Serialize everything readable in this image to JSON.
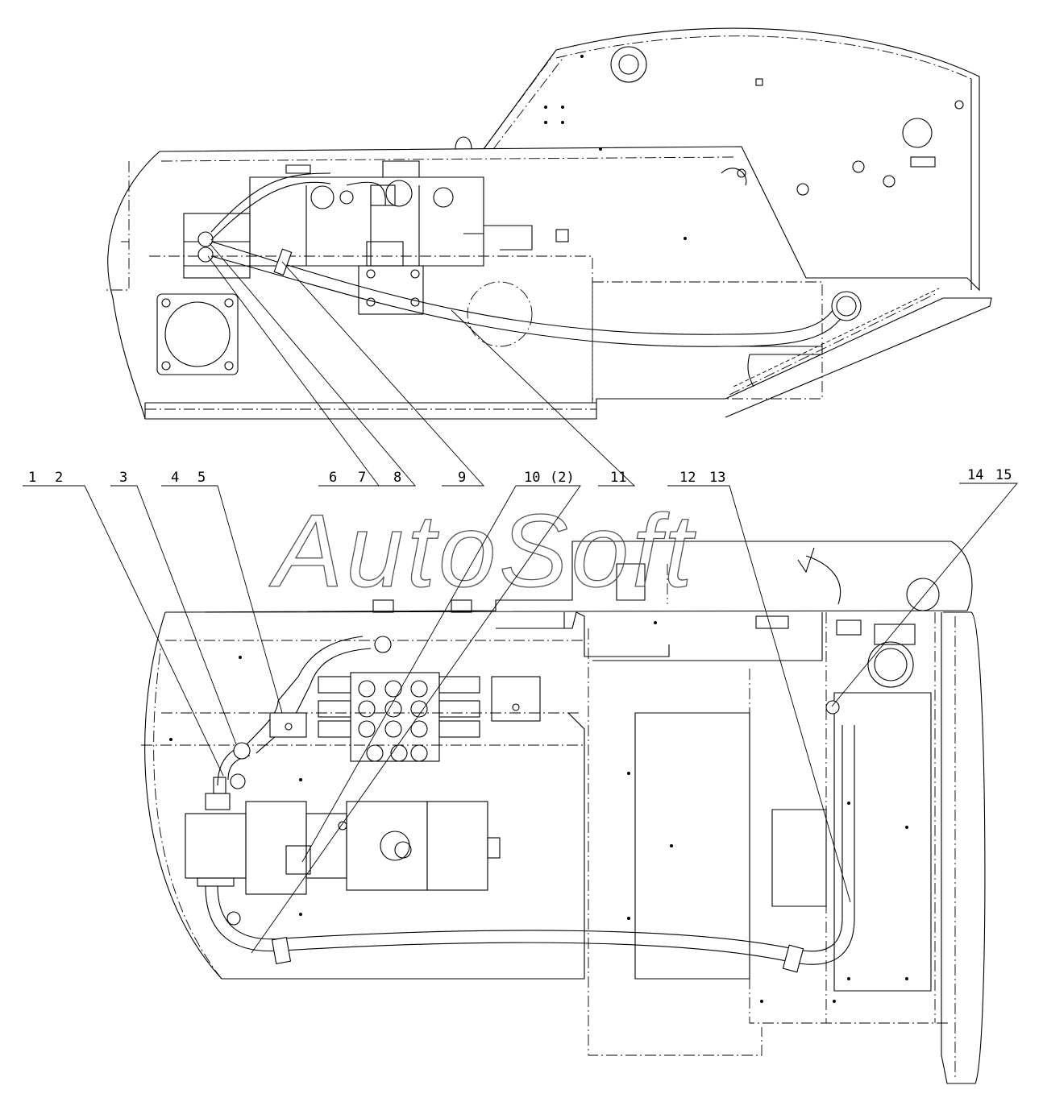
{
  "watermark": "AutoSoft",
  "callouts": {
    "c1": "1",
    "c2": "2",
    "c3": "3",
    "c4": "4",
    "c5": "5",
    "c6": "6",
    "c7": "7",
    "c8": "8",
    "c9": "9",
    "c10": "10",
    "c10b": "(2)",
    "c11": "11",
    "c12": "12",
    "c13": "13",
    "c14": "14",
    "c15": "15"
  }
}
